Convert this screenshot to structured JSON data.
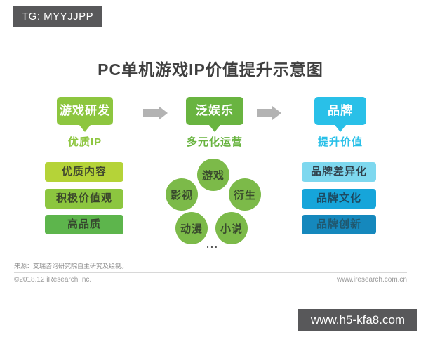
{
  "tag": {
    "text": "TG: MYYJJPP"
  },
  "title": "PC单机游戏IP价值提升示意图",
  "stages": [
    {
      "badge": "游戏研发",
      "label": "优质IP",
      "items": [
        "优质内容",
        "积极价值观",
        "高品质"
      ]
    },
    {
      "badge": "泛娱乐",
      "label": "多元化运营",
      "circles": [
        "游戏",
        "影视",
        "衍生",
        "动漫",
        "小说"
      ],
      "more": "..."
    },
    {
      "badge": "品牌",
      "label": "提升价值",
      "items": [
        "品牌差异化",
        "品牌文化",
        "品牌创新"
      ]
    }
  ],
  "colors": {
    "stage1_accent": "#8dc63f",
    "stage2_accent": "#69b440",
    "stage3_accent": "#29c0e8",
    "left_item_fills": [
      "#b5d338",
      "#8cc63f",
      "#5db54c"
    ],
    "right_item_fills": [
      "#7ed8ef",
      "#16a5da",
      "#1588bd"
    ],
    "circle_fill": "#7cba49",
    "arrow": "#b3b3b3",
    "banner_bg": "#58585a"
  },
  "footer": {
    "source": "来源：艾瑞咨询研究院自主研究及绘制。",
    "copyright": "©2018.12 iResearch Inc.",
    "website": "www.iresearch.com.cn"
  },
  "banner": {
    "text": "www.h5-kfa8.com"
  }
}
